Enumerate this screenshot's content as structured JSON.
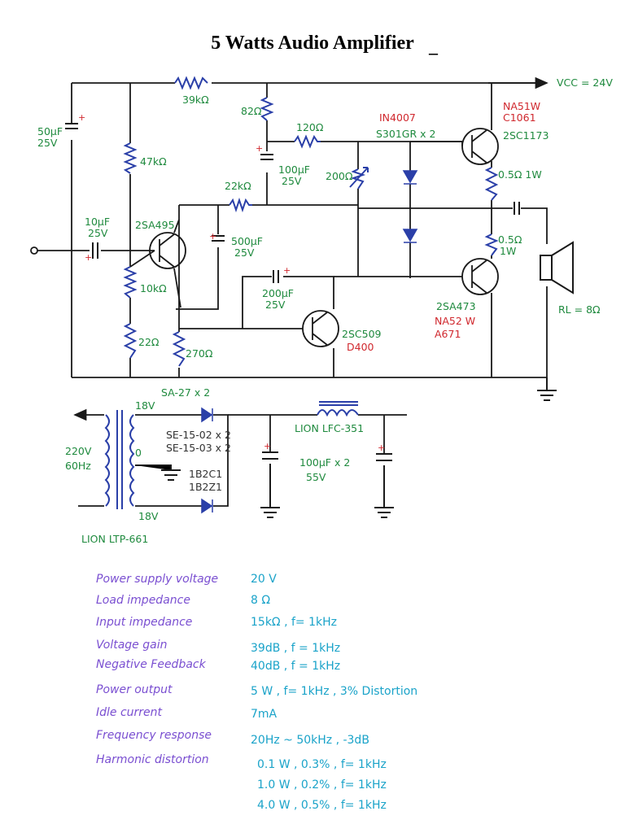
{
  "title": "5 Watts Audio Amplifier",
  "title_dash": "–",
  "colors": {
    "wire": "#1a1a1a",
    "resistor": "#2a3fa8",
    "component_value": "#1f8a3e",
    "part_number": "#d0282e",
    "spec_name": "#7a4fd1",
    "spec_value": "#1aa3c9"
  },
  "amplifier": {
    "vcc": "VCC = 24V",
    "r_39k": "39kΩ",
    "r_82": "82Ω",
    "r_120": "120Ω",
    "diode_type": "IN4007",
    "diode_pair": "S301GR x 2",
    "q_top_alt": "NA51W",
    "q_top_alt2": "C1061",
    "q_top": "2SC1173",
    "c_50": "50µF",
    "c_50_v": "25V",
    "r_47k": "47kΩ",
    "c_100_top": "100µF",
    "c_100_top_v": "25V",
    "pot_200": "200Ω",
    "r_05_top": "0.5Ω 1W",
    "r_22k": "22kΩ",
    "c_10": "10µF",
    "c_10_v": "25V",
    "q1": "2SA495",
    "c_500": "500µF",
    "c_500_v": "25V",
    "r_05_bot": "0.5Ω",
    "r_05_bot_w": "1W",
    "r_10k": "10kΩ",
    "c_200": "200µF",
    "c_200_v": "25V",
    "q_bot": "2SA473",
    "q_bot_alt": "NA52 W",
    "q_bot_alt2": "A671",
    "load": "RL = 8Ω",
    "r_22": "22Ω",
    "r_270": "270Ω",
    "q_drv": "2SC509",
    "q_drv_alt": "D400"
  },
  "psu": {
    "rect_type": "SA-27 x 2",
    "v_sec_top": "18V",
    "v_sec_bot": "18V",
    "zero": "0",
    "mains": "220V",
    "freq": "60Hz",
    "alt_1": "SE-15-02 x 2",
    "alt_2": "SE-15-03 x 2",
    "alt_3": "1B2C1",
    "alt_4": "1B2Z1",
    "choke": "LION LFC-351",
    "caps": "100µF x 2",
    "caps_v": "55V",
    "transformer": "LION LTP-661"
  },
  "specs": [
    {
      "name": "Power supply voltage",
      "value": "20 V"
    },
    {
      "name": "Load impedance",
      "value": "8 Ω"
    },
    {
      "name": "Input impedance",
      "value": "15kΩ , f= 1kHz"
    },
    {
      "name": "Voltage gain",
      "value": "39dB , f = 1kHz"
    },
    {
      "name": "Negative Feedback",
      "value": "40dB , f = 1kHz"
    },
    {
      "name": "Power output",
      "value": "5 W , f= 1kHz , 3% Distortion"
    },
    {
      "name": "Idle current",
      "value": "7mA"
    },
    {
      "name": "Frequency response",
      "value": "20Hz ~ 50kHz , -3dB"
    },
    {
      "name": "Harmonic distortion",
      "value": "0.1 W , 0.3% , f= 1kHz"
    }
  ],
  "distortion_extra": [
    "1.0 W , 0.2% , f= 1kHz",
    "4.0 W , 0.5% , f= 1kHz"
  ]
}
